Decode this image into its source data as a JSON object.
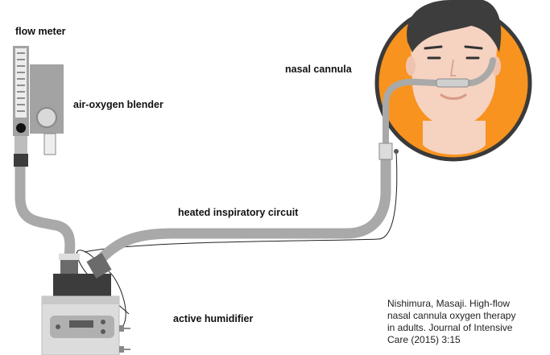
{
  "labels": {
    "flow_meter": "flow meter",
    "blender": "air-oxygen blender",
    "cannula": "nasal cannula",
    "circuit": "heated inspiratory circuit",
    "humidifier": "active humidifier"
  },
  "citation": {
    "lines": [
      "Nishimura, Masaji. High-flow",
      "nasal cannula oxygen therapy",
      "in adults. Journal of Intensive",
      "Care (2015) 3:15"
    ]
  },
  "colors": {
    "tube": "#a9a9a9",
    "device": "#a3a3a3",
    "dark_part": "#3c3c3c",
    "face_bg": "#f7931e",
    "skin": "#f6d2c1",
    "hair": "#3d3d3d",
    "outline": "#3a3a3a"
  }
}
